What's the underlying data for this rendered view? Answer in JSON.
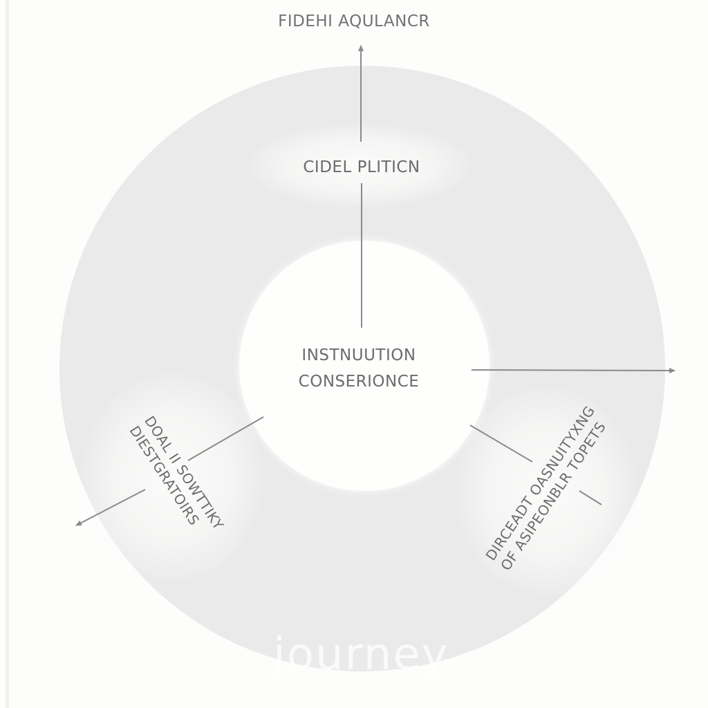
{
  "diagram": {
    "title": "FIDEHI AQULANCR",
    "nodes": {
      "top": {
        "label": "CIDEL PLITICN"
      },
      "center": {
        "line1": "INSTNUUTION",
        "line2": "CONSERIONCE"
      },
      "left": {
        "line1": "DOAL II SOWTTIKY",
        "line2": "DIESTGRATOIRS"
      },
      "right": {
        "line1": "DIRCEADT OASNUITYXNG",
        "line2": "OF ASIPEONBLR TOPETS"
      }
    },
    "arrows": [
      {
        "id": "arrow-up",
        "direction": "up"
      },
      {
        "id": "arrow-right",
        "direction": "right"
      },
      {
        "id": "arrow-down-left",
        "direction": "down-left"
      }
    ],
    "watermark": "journey",
    "colors": {
      "background": "#fdfdfc",
      "ring": "#e9eae9",
      "hub": "#fefefd",
      "line": "#8a8a8a",
      "text": "#6d6d6d"
    }
  }
}
